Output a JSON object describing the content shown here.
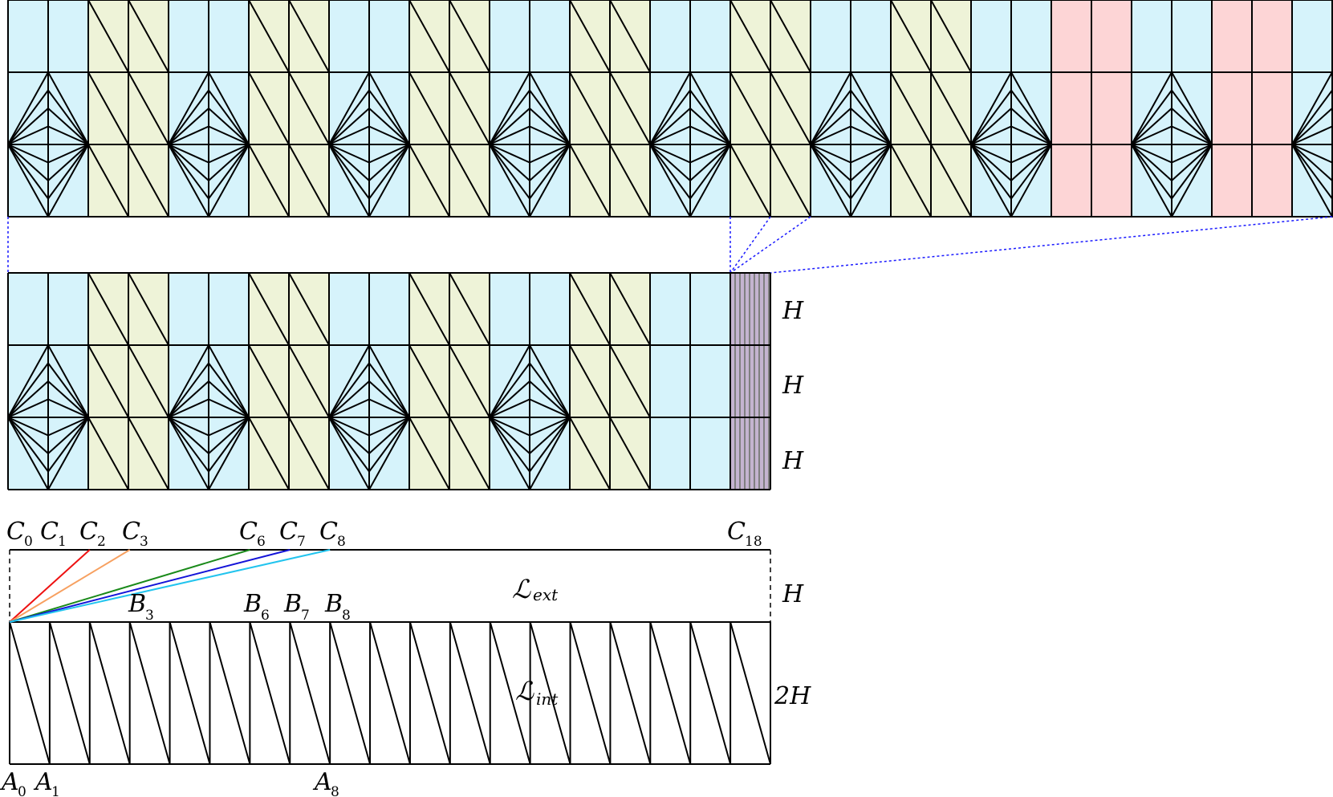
{
  "colors": {
    "blue": "#d6f3fb",
    "green": "#eef3d8",
    "pink": "#fdd5d6",
    "stroke": "#000000",
    "dotted": "#1a1aff",
    "fan": [
      "#ee1111",
      "#f7a060",
      "#1a8a1a",
      "#1414d8",
      "#22c4ee"
    ]
  },
  "top_strip": {
    "blocks": [
      "blue",
      "green",
      "blue",
      "green",
      "blue",
      "green",
      "blue",
      "green",
      "blue",
      "green",
      "blue",
      "green",
      "blue",
      "pink",
      "blue",
      "pink",
      "blue",
      "pink"
    ]
  },
  "middle_strip": {
    "blocks": [
      "blue",
      "green",
      "blue",
      "green",
      "blue",
      "green",
      "blue",
      "green",
      "blue"
    ],
    "right_labels": [
      "H",
      "H",
      "H"
    ]
  },
  "bottom": {
    "c_labels": [
      {
        "main": "C",
        "sub": "0"
      },
      {
        "main": "C",
        "sub": "1"
      },
      {
        "main": "C",
        "sub": "2"
      },
      {
        "main": "C",
        "sub": "3"
      },
      {
        "main": "C",
        "sub": "6"
      },
      {
        "main": "C",
        "sub": "7"
      },
      {
        "main": "C",
        "sub": "8"
      },
      {
        "main": "C",
        "sub": "18"
      }
    ],
    "b_labels": [
      {
        "main": "B",
        "sub": "3"
      },
      {
        "main": "B",
        "sub": "6"
      },
      {
        "main": "B",
        "sub": "7"
      },
      {
        "main": "B",
        "sub": "8"
      }
    ],
    "a_labels": [
      {
        "main": "A",
        "sub": "0"
      },
      {
        "main": "A",
        "sub": "1"
      },
      {
        "main": "A",
        "sub": "8"
      }
    ],
    "region_ext": {
      "main": "ℒ",
      "sub": "ext"
    },
    "region_int": {
      "main": "ℒ",
      "sub": "int"
    },
    "height_ext": "H",
    "height_int": "2H"
  }
}
